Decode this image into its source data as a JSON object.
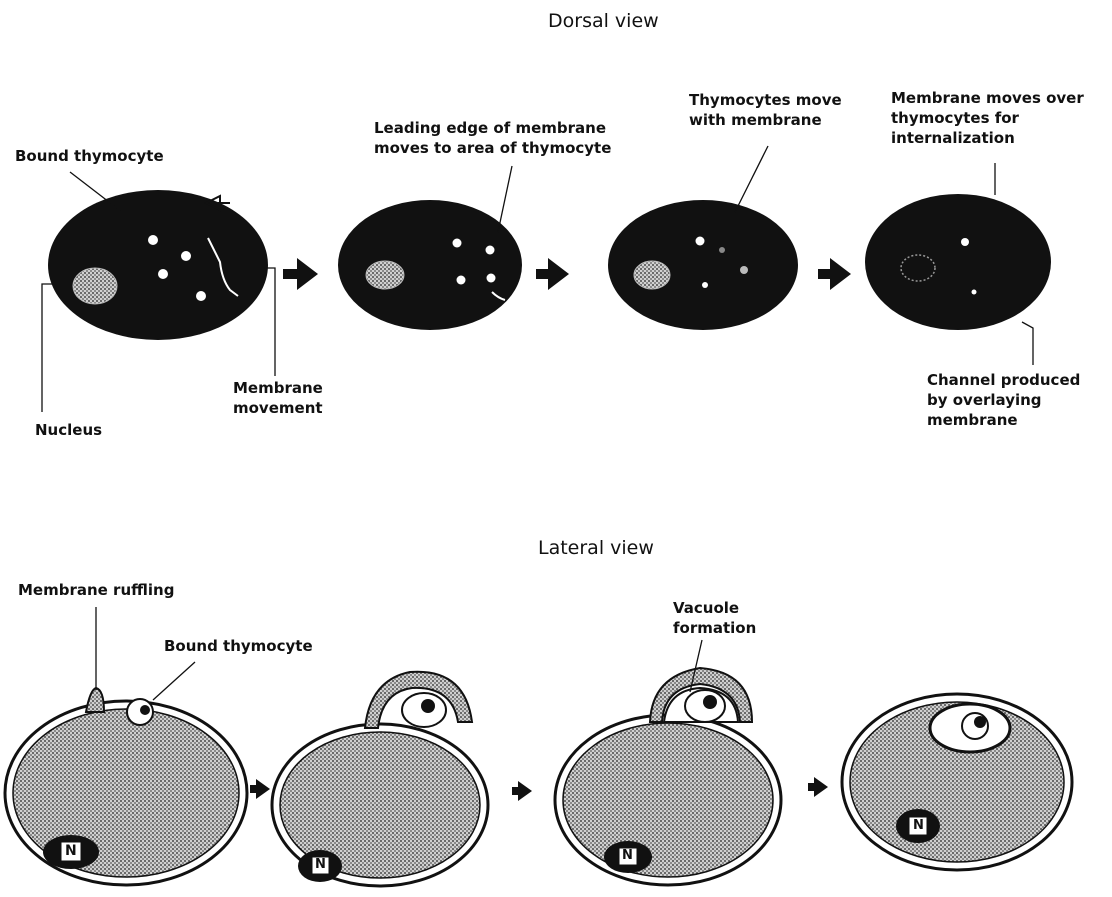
{
  "dorsal": {
    "title": "Dorsal view",
    "labels": {
      "bound_thymocyte": "Bound thymocyte",
      "nucleus": "Nucleus",
      "membrane_movement": "Membrane\nmovement",
      "leading_edge": "Leading edge of membrane\nmoves to area of thymocyte",
      "thymocytes_move": "Thymocytes move\nwith membrane",
      "membrane_moves_over": "Membrane moves over\nthymocytes for\ninternalization",
      "channel": "Channel produced\nby overlaying\nmembrane"
    }
  },
  "lateral": {
    "title": "Lateral view",
    "labels": {
      "membrane_ruffling": "Membrane ruffling",
      "bound_thymocyte": "Bound thymocyte",
      "vacuole_formation": "Vacuole\nformation"
    },
    "nucleus_letter": "N"
  },
  "colors": {
    "cell_dark": "#111111",
    "stipple": "#9a9a9a",
    "ink": "#111111"
  }
}
